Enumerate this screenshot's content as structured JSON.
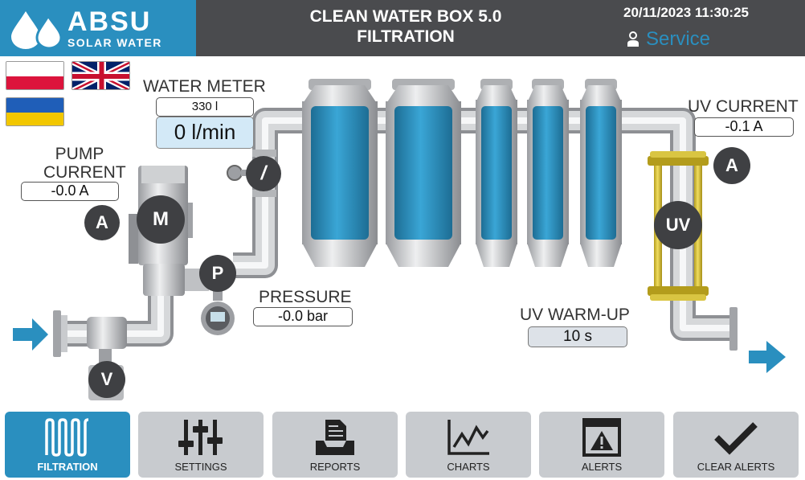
{
  "header": {
    "brand": "ABSU",
    "brand_sub": "SOLAR WATER",
    "title_line1": "CLEAN WATER BOX 5.0",
    "title_line2": "FILTRATION",
    "datetime": "20/11/2023 11:30:25",
    "user": "Service"
  },
  "languages": [
    "pl",
    "gb",
    "ua"
  ],
  "water_meter": {
    "label": "WATER METER",
    "total": "330 l",
    "flow": "0 l/min"
  },
  "pump_current": {
    "label_line1": "PUMP",
    "label_line2": "CURRENT",
    "value": "-0.0 A"
  },
  "uv_current": {
    "label": "UV CURRENT",
    "value": "-0.1 A"
  },
  "pressure": {
    "label": "PRESSURE",
    "value": "-0.0 bar"
  },
  "uv_warmup": {
    "label": "UV WARM-UP",
    "value": "10 s"
  },
  "badges": {
    "pump_ammeter": "A",
    "motor": "M",
    "flow_meter": "/",
    "pressure_sensor": "P",
    "valve": "V",
    "uv_ammeter": "A",
    "uv_lamp": "UV"
  },
  "nav": [
    {
      "label": "FILTRATION",
      "icon": "filtration-icon",
      "active": true
    },
    {
      "label": "SETTINGS",
      "icon": "sliders-icon",
      "active": false
    },
    {
      "label": "REPORTS",
      "icon": "inbox-report-icon",
      "active": false
    },
    {
      "label": "CHARTS",
      "icon": "line-chart-icon",
      "active": false
    },
    {
      "label": "ALERTS",
      "icon": "alert-window-icon",
      "active": false
    },
    {
      "label": "CLEAR ALERTS",
      "icon": "checkmark-icon",
      "active": false
    }
  ],
  "colors": {
    "header_bg": "#4a4b4e",
    "brand_blue": "#2a8fbf",
    "tank_water": "#2c95c4",
    "uv_yellow": "#d7c13a",
    "nav_inactive": "#c8cbcf"
  }
}
